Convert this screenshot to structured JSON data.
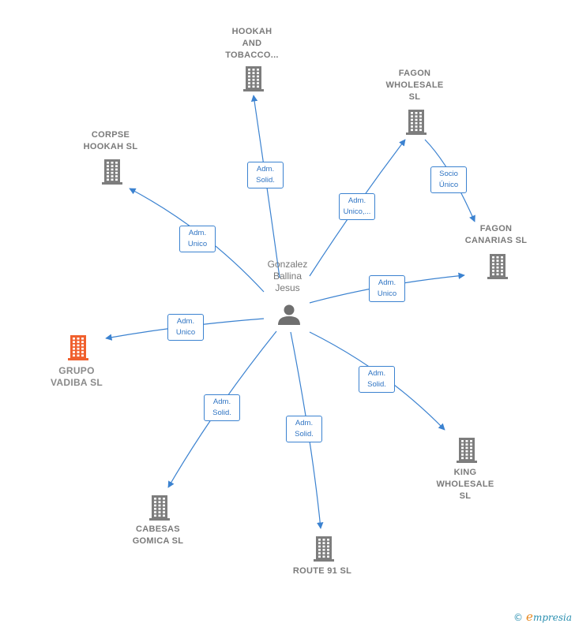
{
  "center": {
    "label": "Gonzalez\nBallina\nJesus"
  },
  "nodes": [
    {
      "id": "hookah",
      "label": "HOOKAH\nAND\nTOBACCO...",
      "highlight": false
    },
    {
      "id": "fagon_wholesale",
      "label": "FAGON\nWHOLESALE\nSL",
      "highlight": false
    },
    {
      "id": "corpse",
      "label": "CORPSE\nHOOKAH  SL",
      "highlight": false
    },
    {
      "id": "fagon_canarias",
      "label": "FAGON\nCANARIAS  SL",
      "highlight": false
    },
    {
      "id": "grupo_vadiba",
      "label": "GRUPO\nVADIBA  SL",
      "highlight": true
    },
    {
      "id": "king",
      "label": "KING\nWHOLESALE\nSL",
      "highlight": false
    },
    {
      "id": "cabesas",
      "label": "CABESAS\nGOMICA  SL",
      "highlight": false
    },
    {
      "id": "route91",
      "label": "ROUTE 91 SL",
      "highlight": false
    }
  ],
  "edges": [
    {
      "from": "center",
      "to": "hookah",
      "label": "Adm.\nSolid."
    },
    {
      "from": "center",
      "to": "fagon_wholesale",
      "label": "Adm.\nUnico,..."
    },
    {
      "from": "center",
      "to": "corpse",
      "label": "Adm.\nUnico"
    },
    {
      "from": "center",
      "to": "fagon_canarias",
      "label": "Adm.\nUnico"
    },
    {
      "from": "center",
      "to": "grupo_vadiba",
      "label": "Adm.\nUnico"
    },
    {
      "from": "center",
      "to": "king",
      "label": "Adm.\nSolid."
    },
    {
      "from": "center",
      "to": "cabesas",
      "label": "Adm.\nSolid."
    },
    {
      "from": "center",
      "to": "route91",
      "label": "Adm.\nSolid."
    },
    {
      "from": "fagon_wholesale",
      "to": "fagon_canarias",
      "label": "Socio\nÚnico"
    }
  ],
  "colors": {
    "edge": "#3b82d0",
    "building": "#7d7d7d",
    "highlight": "#f0602e",
    "person": "#6f6f6f"
  },
  "brand": {
    "copyright": "©",
    "initial": "e",
    "rest": "mpresia"
  }
}
